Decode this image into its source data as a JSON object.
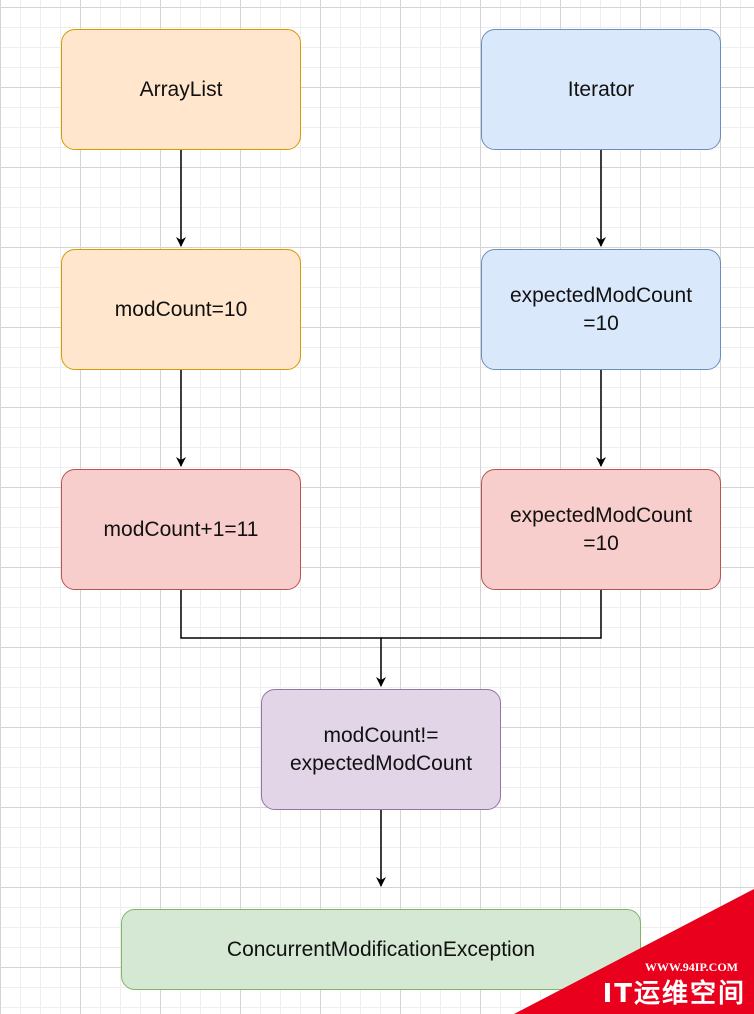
{
  "colors": {
    "orange_fill": "#ffe6cc",
    "orange_border": "#d79b00",
    "blue_fill": "#dae8fc",
    "blue_border": "#6c8ebf",
    "red_fill": "#f8cecc",
    "red_border": "#b85450",
    "purple_fill": "#e1d5e7",
    "purple_border": "#9673a6",
    "green_fill": "#d5e8d4",
    "green_border": "#82b366",
    "edge": "#000000",
    "watermark": "#e8001c"
  },
  "nodes": {
    "arraylist": {
      "label": "ArrayList"
    },
    "iterator": {
      "label": "Iterator"
    },
    "modcount": {
      "label": "modCount=10"
    },
    "expected1": {
      "label": "expectedModCount\n=10"
    },
    "modcount_inc": {
      "label": "modCount+1=11"
    },
    "expected2": {
      "label": "expectedModCount\n=10"
    },
    "compare": {
      "label": "modCount!=\nexpectedModCount"
    },
    "exception": {
      "label": "ConcurrentModificationException"
    }
  },
  "edges": [
    {
      "from": "arraylist",
      "to": "modcount"
    },
    {
      "from": "modcount",
      "to": "modcount_inc"
    },
    {
      "from": "iterator",
      "to": "expected1"
    },
    {
      "from": "expected1",
      "to": "expected2"
    },
    {
      "from": "modcount_inc",
      "to": "compare"
    },
    {
      "from": "expected2",
      "to": "compare"
    },
    {
      "from": "compare",
      "to": "exception"
    }
  ],
  "watermark": {
    "url": "WWW.94IP.COM",
    "brand": "IT运维空间"
  }
}
